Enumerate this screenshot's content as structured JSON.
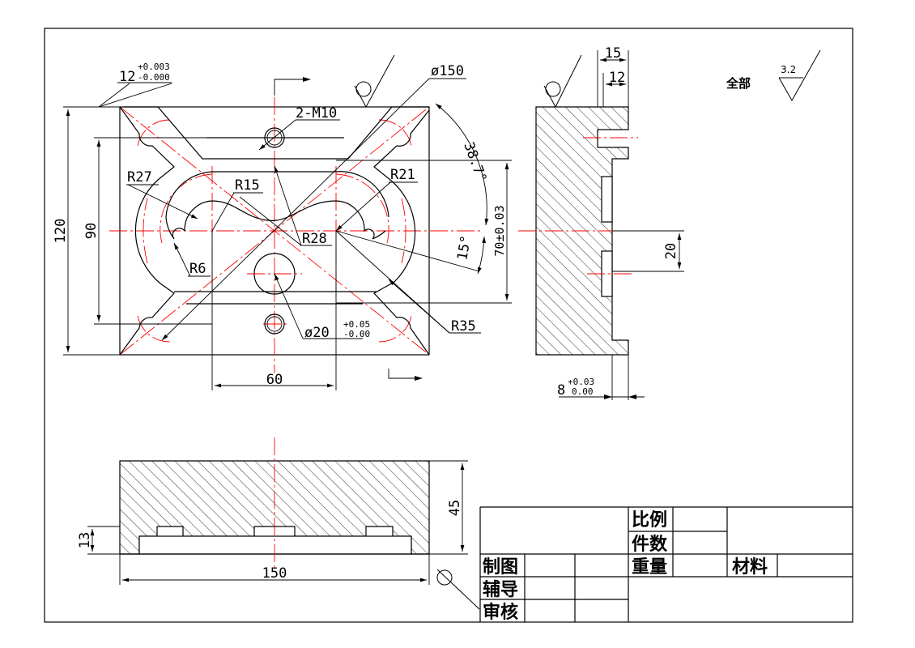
{
  "dimensions": {
    "keyway": {
      "base": "12",
      "upper": "+0.003",
      "lower": "-0.000"
    },
    "outer_circle": "ø150",
    "tapped_holes": "2-M10",
    "radius_27": "R27",
    "radius_15": "R15",
    "radius_21": "R21",
    "radius_28": "R28",
    "radius_6": "R6",
    "radius_35": "R35",
    "angle_38": "38.7°",
    "angle_15": "15°",
    "height_70": "70±0.03",
    "bore": {
      "base": "ø20",
      "upper": "+0.05",
      "lower": "-0.00"
    },
    "width_120": "120",
    "height_90": "90",
    "spacing_60": "60",
    "side_15": "15",
    "side_12": "12",
    "side_20": "20",
    "side_8": {
      "base": "8",
      "upper": "+0.03",
      "lower": "0.00"
    },
    "front_45": "45",
    "front_13": "13",
    "front_150": "150"
  },
  "surface_finish": {
    "label": "全部",
    "value": "3.2"
  },
  "title_block": {
    "scale": "比例",
    "quantity": "件数",
    "weight": "重量",
    "material": "材料",
    "drawn": "制图",
    "guide": "辅导",
    "review": "审核"
  },
  "colors": {
    "line": "#000000",
    "centerline": "#ff0000"
  }
}
